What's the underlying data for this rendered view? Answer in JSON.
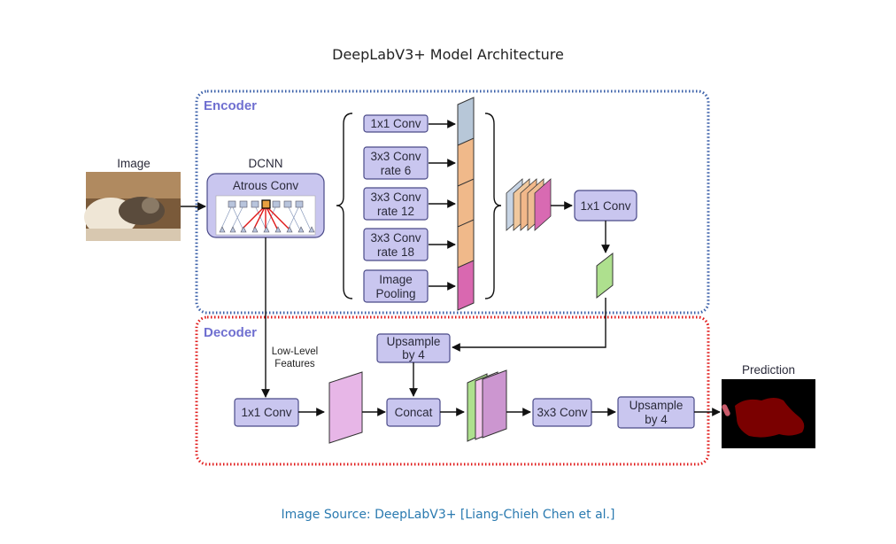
{
  "title": "DeepLabV3+ Model Architecture",
  "caption": "Image Source: DeepLabV3+ [Liang-Chieh Chen et al.]",
  "encoder": {
    "label": "Encoder",
    "dcnn_label": "DCNN",
    "atrous_label": "Atrous Conv",
    "branches": [
      {
        "line1": "1x1 Conv",
        "line2": ""
      },
      {
        "line1": "3x3 Conv",
        "line2": "rate 6"
      },
      {
        "line1": "3x3 Conv",
        "line2": "rate 12"
      },
      {
        "line1": "3x3 Conv",
        "line2": "rate 18"
      },
      {
        "line1": "Image",
        "line2": "Pooling"
      }
    ],
    "output_conv": "1x1 Conv"
  },
  "decoder": {
    "label": "Decoder",
    "low_level_line1": "Low-Level",
    "low_level_line2": "Features",
    "conv1": "1x1 Conv",
    "upsample_top_line1": "Upsample",
    "upsample_top_line2": "by 4",
    "concat": "Concat",
    "conv3": "3x3 Conv",
    "upsample_out_line1": "Upsample",
    "upsample_out_line2": "by 4"
  },
  "input_label": "Image",
  "output_label": "Prediction",
  "colors": {
    "encoder_border": "#3a5fa8",
    "decoder_border": "#e01818",
    "box_fill": "#c9c6ef",
    "caption": "#2a7ab0"
  }
}
